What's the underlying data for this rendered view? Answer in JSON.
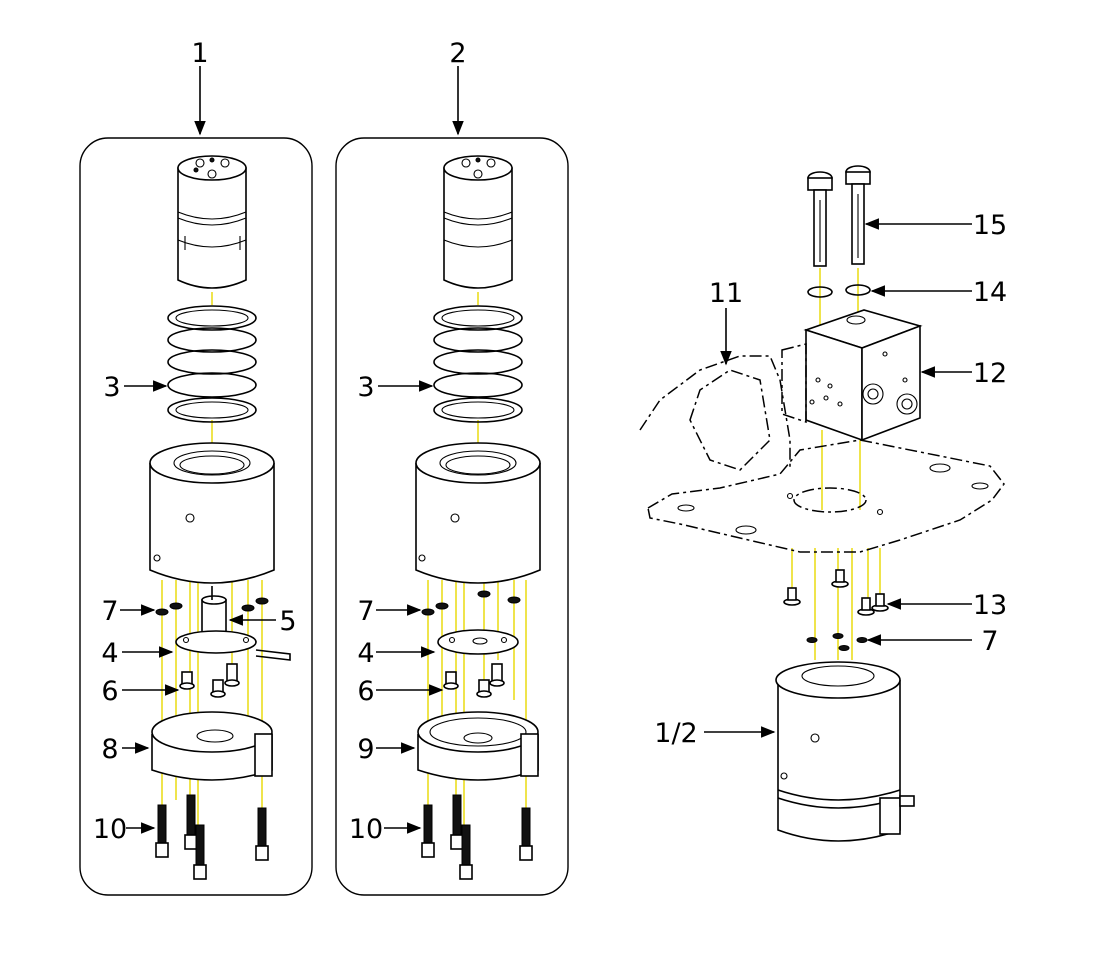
{
  "labels": {
    "group1": "1",
    "group2": "2",
    "left": {
      "rings": "3",
      "washers": "7",
      "pin": "5",
      "plate": "4",
      "screws_small": "6",
      "base": "8",
      "bolts": "10"
    },
    "middle": {
      "rings": "3",
      "washers": "7",
      "plate": "4",
      "screws_small": "6",
      "base": "9",
      "bolts": "10"
    },
    "right": {
      "bolts": "15",
      "washers_top": "14",
      "mount_plate": "11",
      "valve_block": "12",
      "screws": "13",
      "washers": "7",
      "unit": "1/2"
    }
  },
  "colors": {
    "axis_lines": "#e8d800",
    "outline": "#000000",
    "background": "#ffffff"
  }
}
